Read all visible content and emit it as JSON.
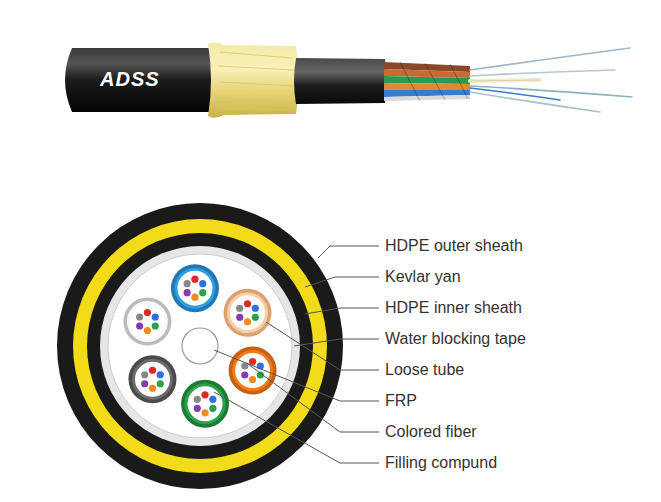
{
  "diagram": {
    "labels": [
      "ADSS",
      "HDPE outer sheath",
      "Kevlar yan",
      "HDPE inner sheath",
      "Water blocking tape",
      "Loose tube",
      "FRP",
      "Colored fiber",
      "Filling compund"
    ]
  }
}
